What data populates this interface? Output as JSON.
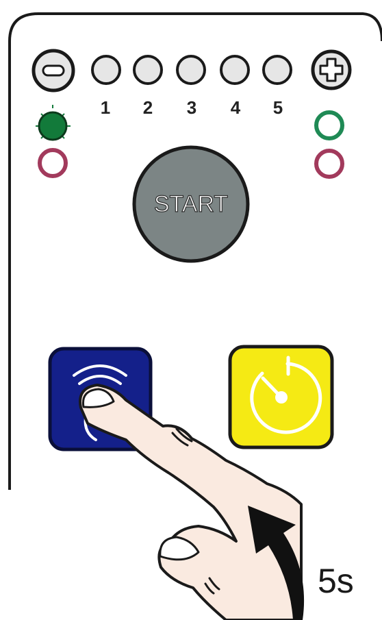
{
  "panel": {
    "minus_symbol": "−",
    "plus_symbol": "+",
    "level_labels": [
      "1",
      "2",
      "3",
      "4",
      "5"
    ],
    "start_label": "START",
    "duration_label": "5s"
  },
  "indicators": {
    "left_top": "green-on",
    "left_bottom": "red-off",
    "right_top": "green-off",
    "right_bottom": "red-off"
  },
  "buttons": {
    "wireless": {
      "icon": "wireless-touch-icon",
      "color": "#14208a"
    },
    "timer": {
      "icon": "timer-icon",
      "color": "#f5ea14"
    }
  },
  "colors": {
    "start": "#7c8585",
    "led_green": "#127a3a",
    "led_red_ring": "#a23a5c",
    "led_green_ring": "#1f8a55",
    "level_fill": "#e6e6e6"
  }
}
